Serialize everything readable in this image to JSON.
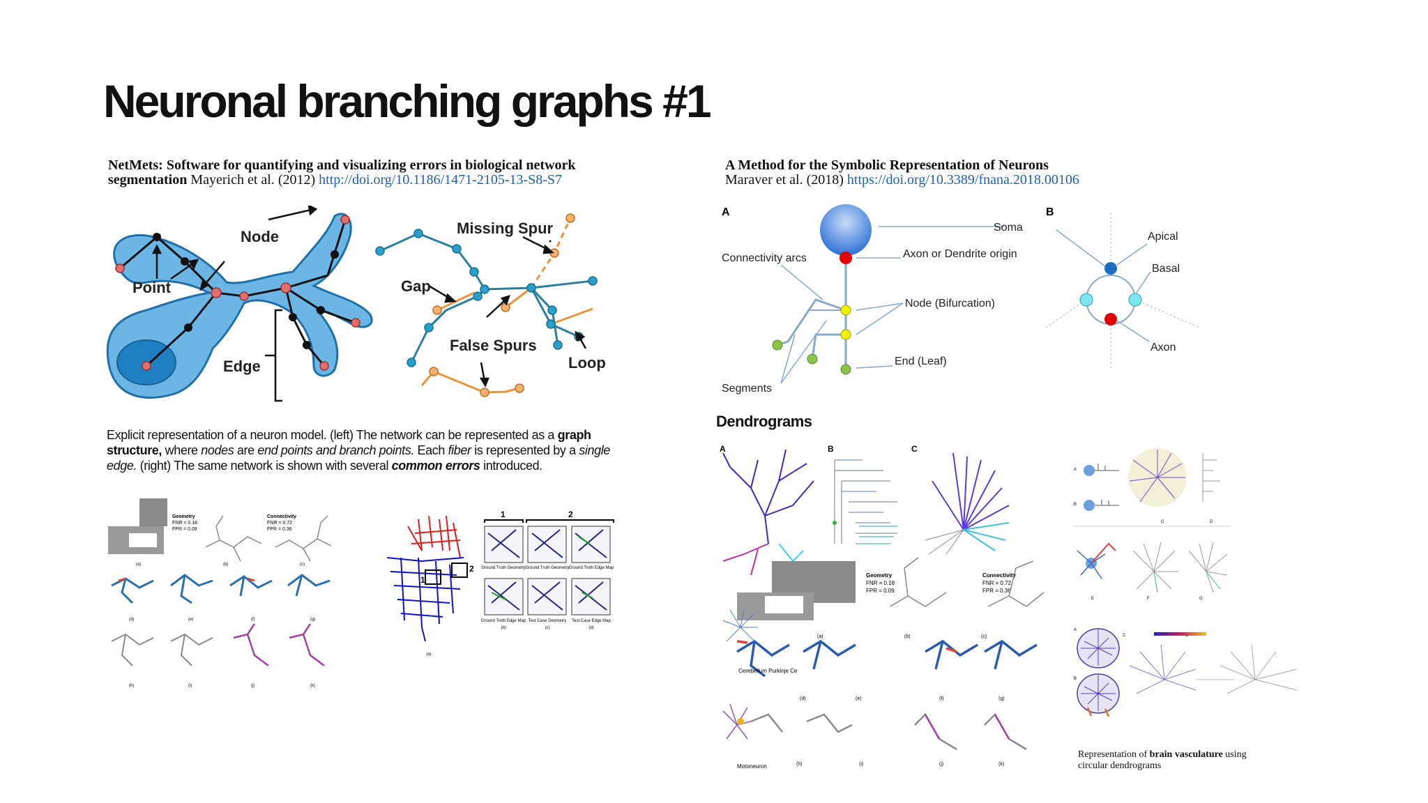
{
  "slide": {
    "title": "Neuronal branching graphs #1"
  },
  "netmets": {
    "title_bold_1": "NetMets: Software for quantifying and visualizing errors in biological network",
    "title_bold_2": "segmentation",
    "authors": " Mayerich et al. (2012) ",
    "doi": "http://doi.org/10.1186/1471-2105-13-S8-S7",
    "labels": {
      "node": "Node",
      "point": "Point",
      "edge": "Edge",
      "missing_spur": "Missing Spur",
      "gap": "Gap",
      "false_spurs": "False Spurs",
      "loop": "Loop"
    },
    "caption": {
      "p1": "Explicit representation of a neuron model. (left) The network can be represented as a ",
      "b1": "graph structure,",
      "p2": " where ",
      "i1": "nodes",
      "p3": " are ",
      "i2": "end points and branch points.",
      "p4": " Each ",
      "i3": "fiber",
      "p5": " is represented by a ",
      "i4": "single edge.",
      "p6": " (right) The same network is shown with several ",
      "bi1": "common errors",
      "p7": " introduced."
    },
    "figure_a": {
      "geometry": "Geometry",
      "geometry_fnr": "FNR = 0.18",
      "geometry_fpr": "FPR = 0.09",
      "connectivity": "Connectivity",
      "connectivity_fnr": "FNR = 0.72",
      "connectivity_fpr": "FPR = 0.36",
      "panel_labels": [
        "(a)",
        "(b)",
        "(c)",
        "(d)",
        "(e)",
        "(f)",
        "(g)",
        "(h)",
        "(i)",
        "(j)",
        "(k)"
      ]
    },
    "figure_b": {
      "group_1": "1",
      "group_2": "2",
      "box_1": "1",
      "box_2": "2",
      "col_labels": [
        "Ground Truth Geometry",
        "Ground Truth Geometry",
        "Ground Truth Edge Map",
        "Ground Truth Edge Map",
        "Test Case Geometry",
        "Test Case Edge Map"
      ],
      "panel_labels": [
        "(a)",
        "(b)",
        "(c)",
        "(d)"
      ]
    }
  },
  "maraver": {
    "title": "A Method for the Symbolic Representation of Neurons",
    "authors": "Maraver et al. (2018) ",
    "doi": "https://doi.org/10.3389/fnana.2018.00106",
    "labels": {
      "panel_a": "A",
      "panel_b": "B",
      "soma": "Soma",
      "connectivity_arcs": "Connectivity arcs",
      "axon_dendrite_origin": "Axon or Dendrite origin",
      "node_bifurcation": "Node (Bifurcation)",
      "end_leaf": "End (Leaf)",
      "segments": "Segments",
      "apical": "Apical",
      "basal": "Basal",
      "axon": "Axon"
    }
  },
  "dendrograms": {
    "heading": "Dendrograms",
    "panel_labels": [
      "A",
      "B",
      "C"
    ],
    "cerebellum": "Cerebellum Purkinje Ce",
    "motoneuron": "Motoneuron",
    "small_panel_labels": [
      "A",
      "B",
      "C",
      "D",
      "E",
      "F",
      "G"
    ],
    "vasc_labels": [
      "A",
      "B",
      "C",
      "D"
    ],
    "vasc_caption_1": "Representation of ",
    "vasc_caption_bold": "brain vasculature",
    "vasc_caption_2": " using",
    "vasc_caption_3": "circular dendrograms"
  },
  "colors": {
    "vessel_fill": "#5aa8e0",
    "vessel_dark": "#1f6fa8",
    "graph_teal": "#2a7f9e",
    "error_orange": "#e8943a",
    "node_red": "#d9534f",
    "soma_blue": "#6a9fe0",
    "origin_red": "#e00000",
    "node_yellow": "#f0f000",
    "leaf_green": "#8bc34a",
    "link_blue": "#1f5fb4"
  }
}
